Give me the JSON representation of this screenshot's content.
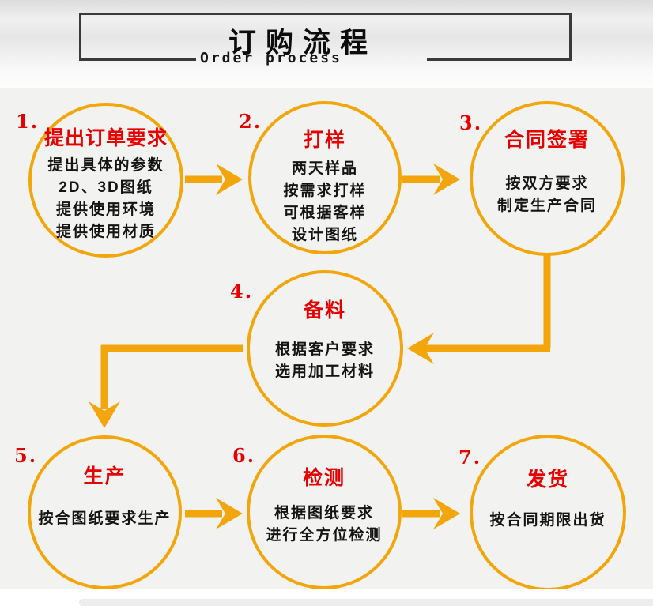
{
  "colors": {
    "orange": "#f3a60b",
    "red": "#e60000",
    "ink": "#141414",
    "frame": "#3a3a3a",
    "bg": "#f2f2f1"
  },
  "header": {
    "title": "订购流程",
    "subtitle": "Order process"
  },
  "steps": [
    {
      "number": "1.",
      "title": "提出订单要求",
      "lines": [
        "提出具体的参数",
        "2D、3D图纸",
        "提供使用环境",
        "提供使用材质"
      ]
    },
    {
      "number": "2.",
      "title": "打样",
      "lines": [
        "两天样品",
        "按需求打样",
        "可根据客样",
        "设计图纸"
      ]
    },
    {
      "number": "3.",
      "title": "合同签署",
      "lines": [
        "按双方要求",
        "制定生产合同"
      ]
    },
    {
      "number": "4.",
      "title": "备料",
      "lines": [
        "根据客户要求",
        "选用加工材料"
      ]
    },
    {
      "number": "5.",
      "title": "生产",
      "lines": [
        "按合图纸要求生产"
      ]
    },
    {
      "number": "6.",
      "title": "检测",
      "lines": [
        "根据图纸要求",
        "进行全方位检测"
      ]
    },
    {
      "number": "7.",
      "title": "发货",
      "lines": [
        "按合同期限出货"
      ]
    }
  ]
}
